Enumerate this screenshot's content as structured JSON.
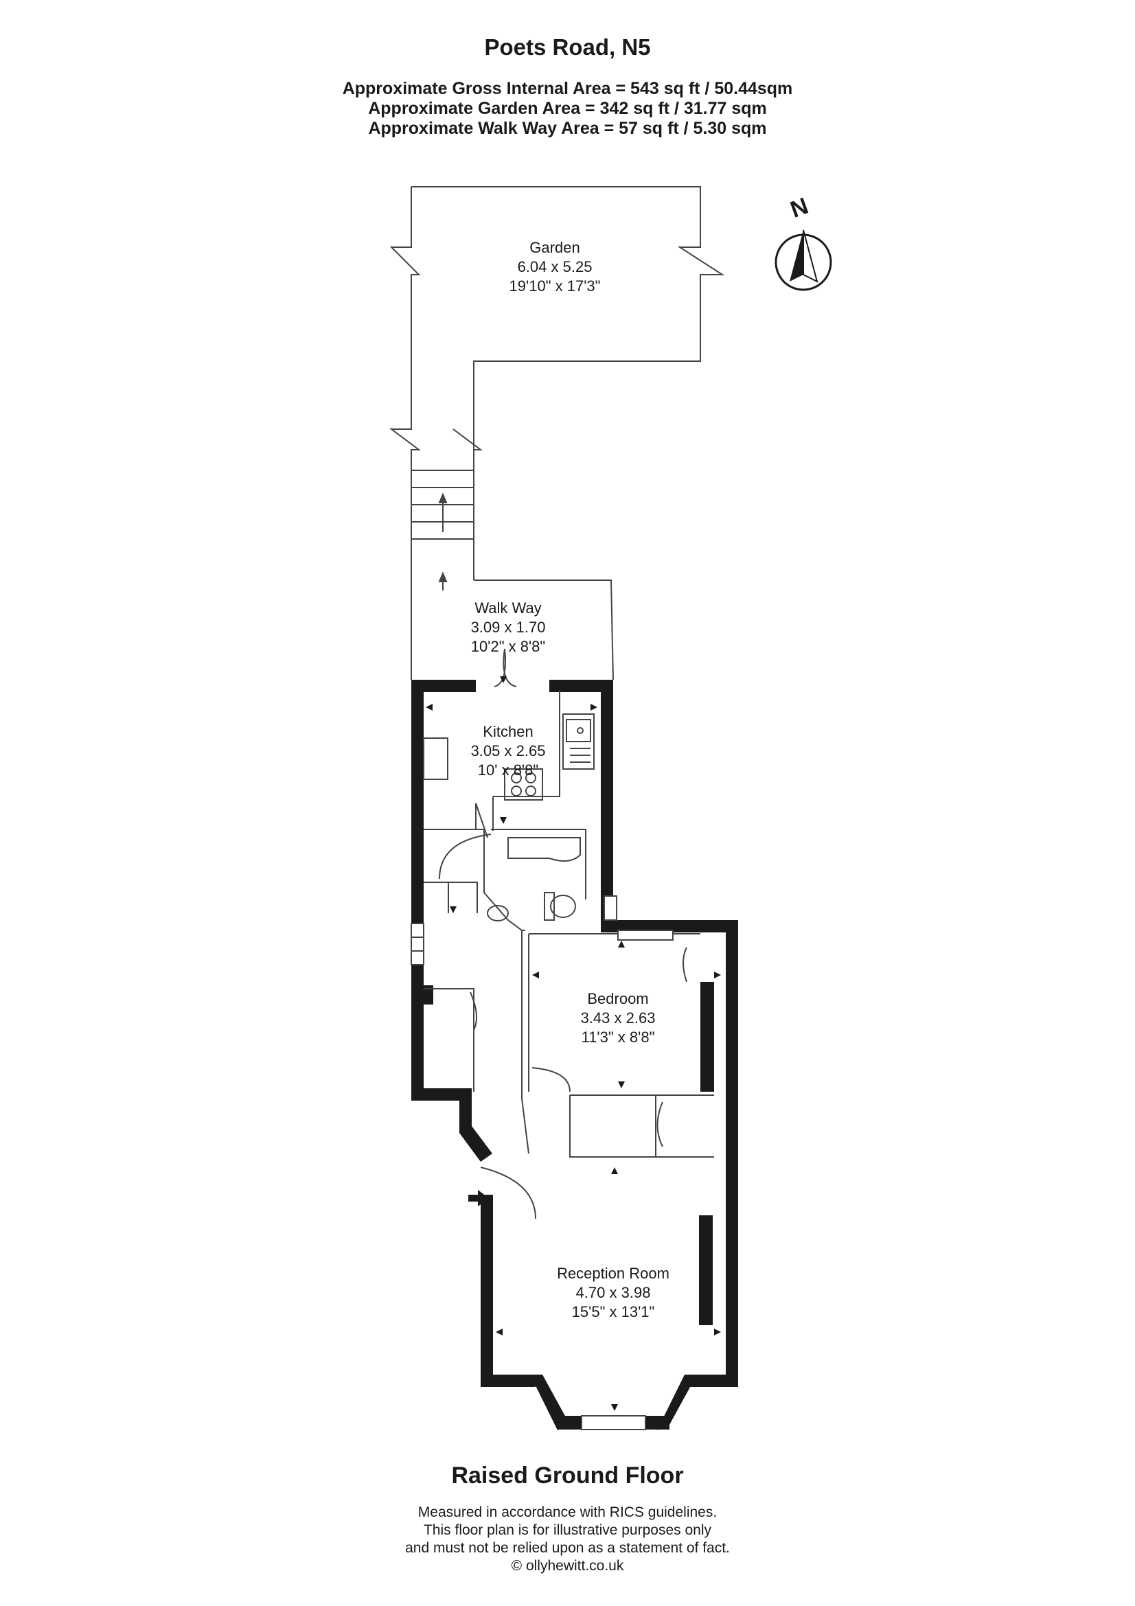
{
  "header": {
    "title": "Poets Road, N5",
    "gross_internal_area": "Approximate Gross Internal Area = 543 sq ft / 50.44sqm",
    "garden_area": "Approximate Garden Area = 342 sq ft / 31.77 sqm",
    "walk_way_area": "Approximate Walk Way Area = 57 sq ft / 5.30 sqm"
  },
  "compass": {
    "label": "N",
    "icon": "north-arrow-icon"
  },
  "rooms": {
    "garden": {
      "name": "Garden",
      "metric": "6.04 x 5.25",
      "imperial": "19'10\" x 17'3\""
    },
    "walk_way": {
      "name": "Walk Way",
      "metric": "3.09 x 1.70",
      "imperial": "10'2\" x 8'8\""
    },
    "kitchen": {
      "name": "Kitchen",
      "metric": "3.05 x 2.65",
      "imperial": "10' x 8'8\""
    },
    "bedroom": {
      "name": "Bedroom",
      "metric": "3.43 x 2.63",
      "imperial": "11'3\" x 8'8\""
    },
    "reception": {
      "name": "Reception Room",
      "metric": "4.70 x 3.98",
      "imperial": "15'5\" x 13'1\""
    }
  },
  "footer": {
    "floor_label": "Raised Ground Floor",
    "note_1": "Measured in accordance with RICS guidelines.",
    "note_2": "This floor plan is for illustrative purposes only",
    "note_3": "and must not be relied upon as a statement of fact.",
    "copyright": "© ollyhewitt.co.uk"
  },
  "colors": {
    "wall": "#1a1a1a",
    "line": "#444444",
    "background": "#ffffff"
  }
}
